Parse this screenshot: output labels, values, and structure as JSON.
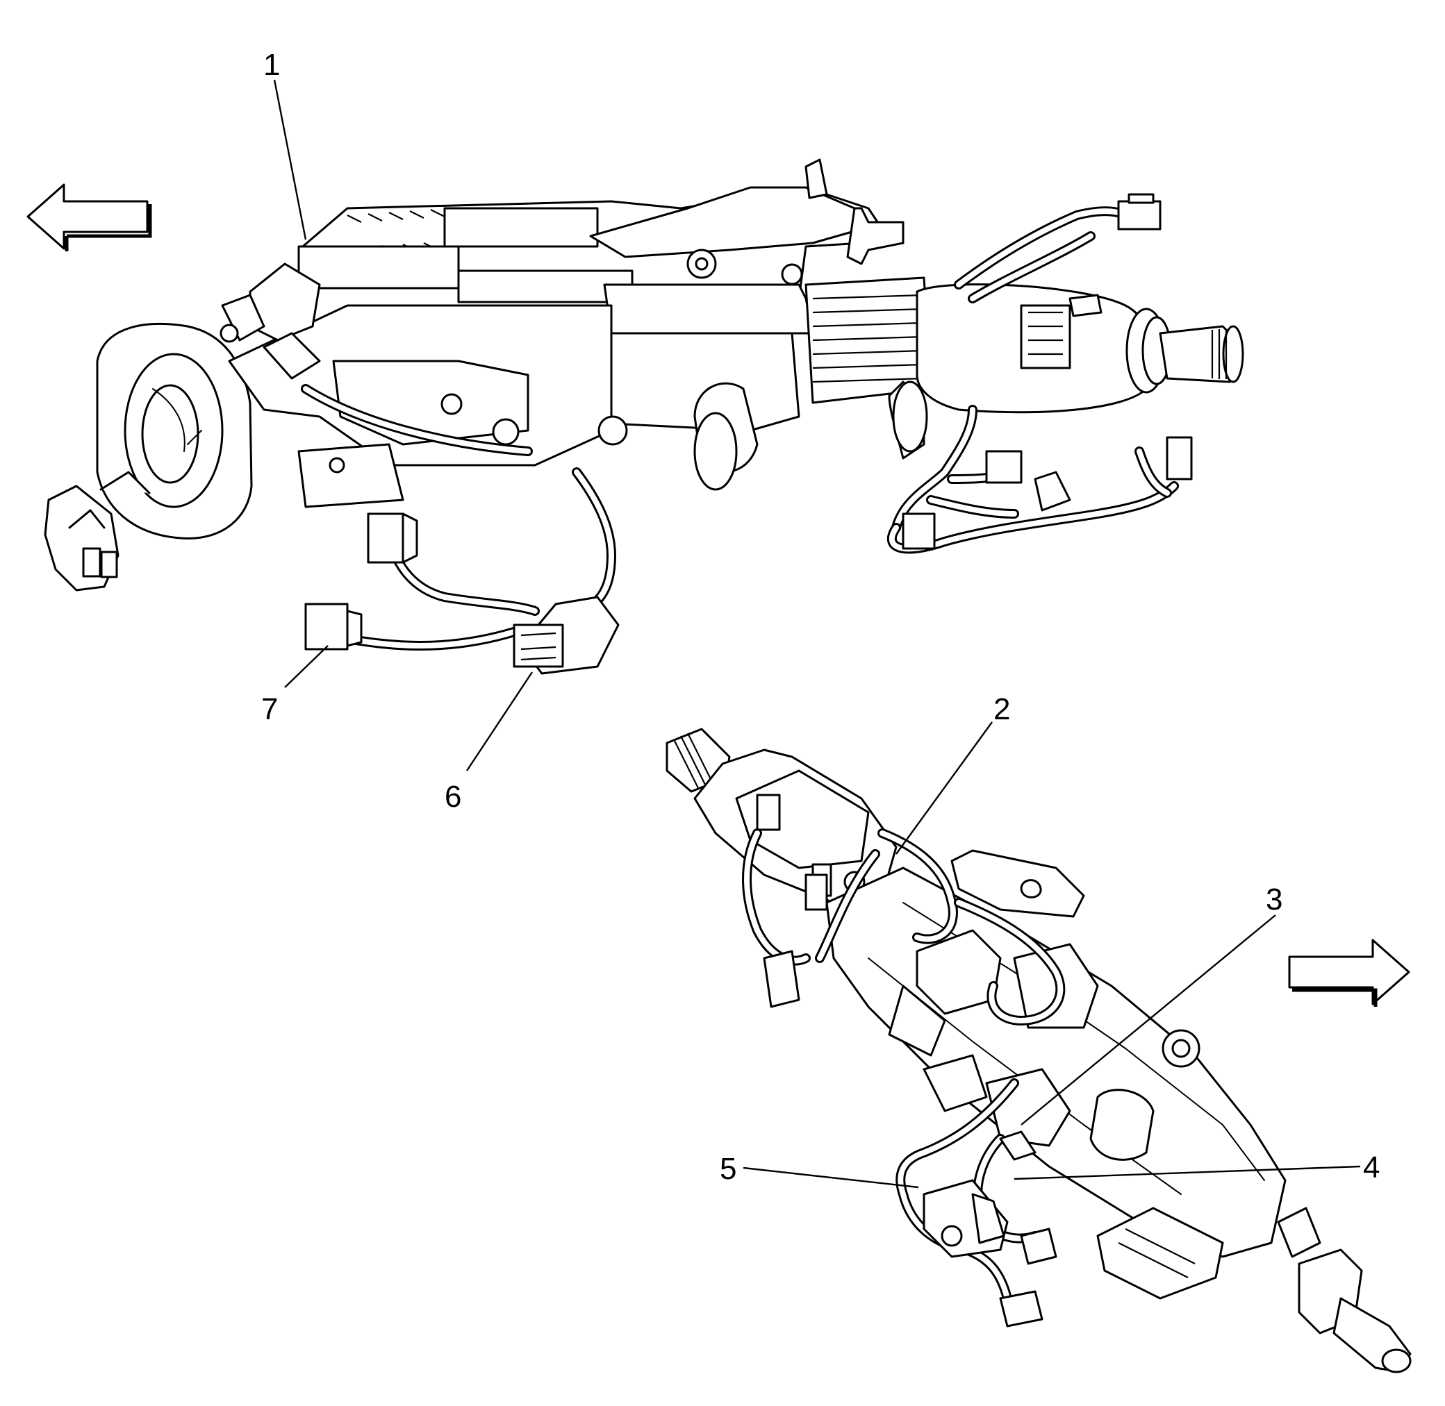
{
  "callouts": [
    {
      "id": "1",
      "label": "1"
    },
    {
      "id": "2",
      "label": "2"
    },
    {
      "id": "3",
      "label": "3"
    },
    {
      "id": "4",
      "label": "4"
    },
    {
      "id": "5",
      "label": "5"
    },
    {
      "id": "6",
      "label": "6"
    },
    {
      "id": "7",
      "label": "7"
    }
  ],
  "direction_arrows": [
    {
      "id": "upper",
      "icon": "arrow-left-icon"
    },
    {
      "id": "lower",
      "icon": "arrow-right-icon"
    }
  ]
}
